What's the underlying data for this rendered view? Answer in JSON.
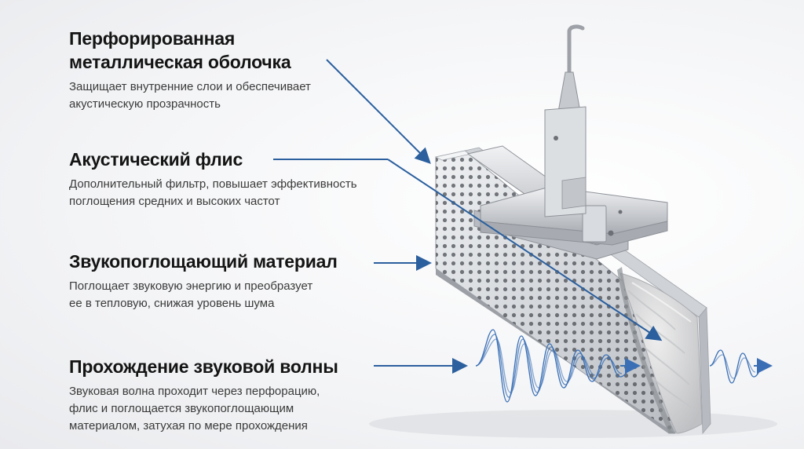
{
  "labels": [
    {
      "title": "Перфорированная\nметаллическая оболочка",
      "description": "Защищает внутренние слои и обеспечивает\nакустическую прозрачность"
    },
    {
      "title": "Акустический флис",
      "description": "Дополнительный фильтр, повышает эффективность\nпоглощения средних и высоких частот"
    },
    {
      "title": "Звукопоглощающий материал",
      "description": "Поглощает звуковую энергию и преобразует\nее в тепловую, снижая уровень шума"
    },
    {
      "title": "Прохождение звуковой волны",
      "description": "Звуковая волна проходит через перфорацию,\nфлис и поглощается звукопоглощающим\nматериалом, затухая по мере прохождения"
    }
  ],
  "colors": {
    "arrow": "#2b5f9e",
    "wave": "#3a6fb5",
    "heading": "#141414",
    "description": "#3a3a3a",
    "metal_light": "#e6e8eb",
    "metal_mid": "#c4c8cd",
    "metal_dark": "#8f949b",
    "wool": "#d9dadc"
  }
}
